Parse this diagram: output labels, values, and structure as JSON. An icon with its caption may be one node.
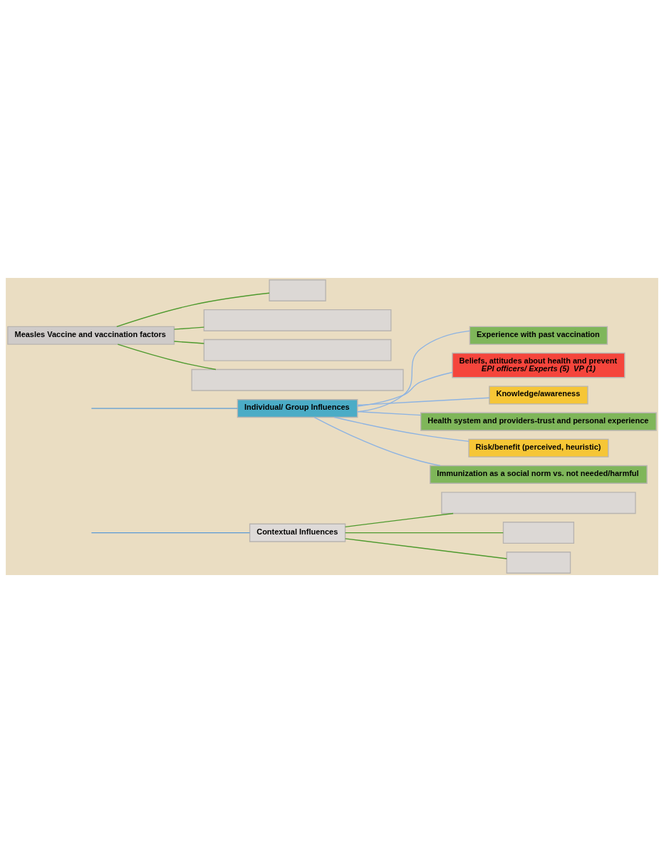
{
  "diagram": {
    "nodes": [
      {
        "text": [
          "Contextual Influences"
        ]
      },
      {
        "text": [],
        "shape": "box"
      },
      {
        "text": [],
        "shape": "box"
      },
      {
        "text": [],
        "shape": "box"
      },
      {
        "text": [
          "Individual/ Group Influences"
        ]
      },
      {
        "text": [
          "Experience with past vaccination"
        ]
      },
      {
        "text": [
          "Beliefs, attitudes about health and prevent",
          "EPI officers/ Experts (5)  VP (1)"
        ]
      },
      {
        "text": [
          "Knowledge/awareness"
        ]
      },
      {
        "text": [
          "Health system and providers-trust and personal experience"
        ]
      },
      {
        "text": [
          "Risk/benefit (perceived, heuristic)"
        ]
      },
      {
        "text": [
          "Immunization as a social norm vs. not needed/harmful"
        ]
      },
      {
        "text": [
          "Measles Vaccine and vaccination factors"
        ]
      },
      {
        "text": [],
        "shape": "box"
      },
      {
        "text": [],
        "shape": "box"
      },
      {
        "text": [],
        "shape": "box"
      },
      {
        "text": [],
        "shape": "box"
      }
    ],
    "edges": [
      {
        "from": null,
        "to": 0,
        "arrow": "none",
        "color": "#5b9bd5"
      },
      {
        "from": 0,
        "to": 1,
        "arrow": "none"
      },
      {
        "from": 0,
        "to": 2,
        "arrow": "none"
      },
      {
        "from": 0,
        "to": 3,
        "arrow": "none"
      },
      {
        "from": null,
        "to": 4,
        "arrow": "none",
        "color": "#5b9bd5"
      },
      {
        "from": 4,
        "to": 5,
        "arrow": "none",
        "color": "#8db3e2"
      },
      {
        "from": 4,
        "to": 6,
        "arrow": "none",
        "color": "#8db3e2"
      },
      {
        "from": 4,
        "to": 7,
        "arrow": "none",
        "color": "#8db3e2"
      },
      {
        "from": 4,
        "to": 8,
        "arrow": "none",
        "color": "#8db3e2"
      },
      {
        "from": 4,
        "to": 9,
        "arrow": "none",
        "color": "#8db3e2"
      },
      {
        "from": 4,
        "to": 10,
        "arrow": "none",
        "color": "#8db3e2"
      },
      {
        "from": 11,
        "to": 12,
        "arrow": "none"
      },
      {
        "from": 11,
        "to": 13,
        "arrow": "none"
      },
      {
        "from": 11,
        "to": 14,
        "arrow": "none"
      },
      {
        "from": 11,
        "to": 15,
        "arrow": "none"
      }
    ]
  }
}
